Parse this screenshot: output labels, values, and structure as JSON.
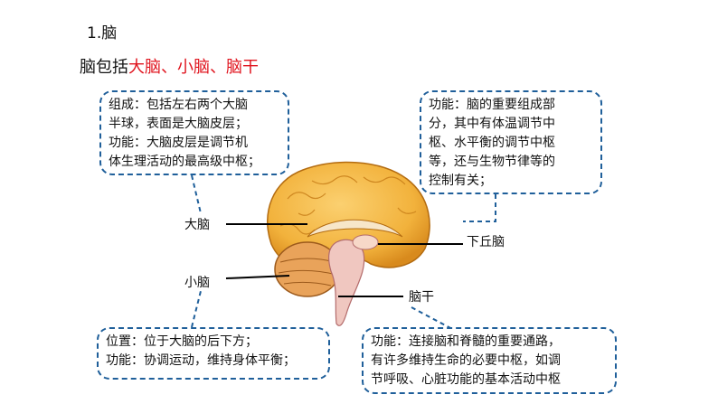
{
  "heading": "1.脑",
  "intro": {
    "prefix": "脑包括",
    "p1": "大脑",
    "sep1": "、",
    "p2": "小脑",
    "sep2": "、",
    "p3": "脑干"
  },
  "labels": {
    "cerebrum": "大脑",
    "cerebellum": "小脑",
    "hypothalamus": "下丘脑",
    "brainstem": "脑干"
  },
  "boxes": {
    "cerebrum": [
      "组成：包括左右两个大脑",
      "半球，表面是大脑皮层；",
      "功能：大脑皮层是调节机",
      "体生理活动的最高级中枢；"
    ],
    "hypothalamus": [
      "功能：脑的重要组成部",
      "分，其中有体温调节中",
      "枢、水平衡的调节中枢",
      "等，还与生物节律等的",
      "控制有关；"
    ],
    "cerebellum": [
      "位置：位于大脑的后下方；",
      "功能：协调运动，维持身体平衡；"
    ],
    "brainstem": [
      "功能：连接脑和脊髓的重要通路，",
      "有许多维持生命的必要中枢，如调",
      "节呼吸、心脏功能的基本活动中枢"
    ]
  },
  "colors": {
    "highlight": "#e0141e",
    "box_border": "#1f5f9a",
    "brain": "#f2b23c"
  }
}
